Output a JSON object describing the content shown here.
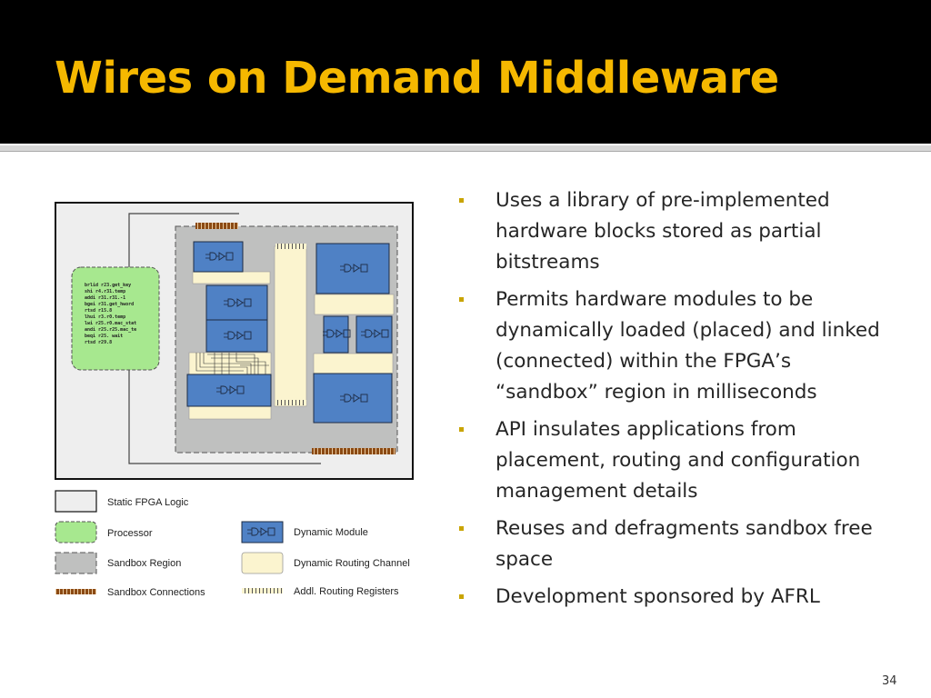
{
  "slide": {
    "title": "Wires on Demand Middleware",
    "page_number": "34",
    "bullets": [
      "Uses a library of pre-implemented hardware blocks stored as partial bitstreams",
      "Permits hardware modules to be dynamically loaded (placed) and linked (connected) within the FPGA’s “sandbox” region in milliseconds",
      "API insulates applications from placement, routing and configuration management details",
      "Reuses and defragments sandbox free space",
      "Development sponsored by AFRL"
    ]
  },
  "diagram": {
    "processor_code": [
      "brlid r23.get_key",
      "shi r4.r31.temp",
      "addi r31.r31.-1",
      "bgei r31.get_hword",
      "rtsd r15.8",
      "lhui r3.r0.temp",
      "lwi  r25.r0.mac_stat",
      "andi r25.r25.mac_te",
      "beqi r25. wait",
      "rtsd r29.8"
    ],
    "legend": {
      "static_logic": "Static FPGA Logic",
      "processor": "Processor",
      "sandbox_region": "Sandbox Region",
      "sandbox_connections": "Sandbox Connections",
      "dynamic_module": "Dynamic Module",
      "dynamic_routing": "Dynamic Routing Channel",
      "routing_registers": "Addl. Routing Registers"
    },
    "colors": {
      "static": "#eeeeee",
      "processor": "#a7e88f",
      "sandbox": "#bfc0bf",
      "module": "#4f81c5",
      "routing": "#fbf4cf",
      "connection": "#8b4a13"
    }
  }
}
